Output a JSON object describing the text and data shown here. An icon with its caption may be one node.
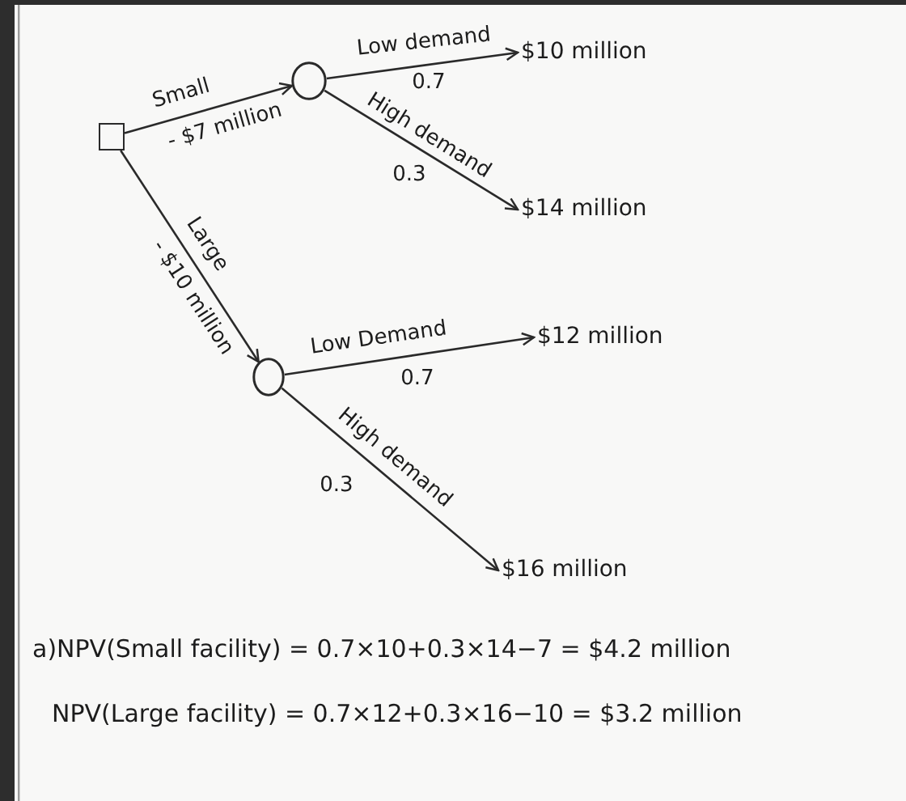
{
  "diagram": {
    "nodes": [
      {
        "text": [],
        "shape": "box"
      },
      {
        "text": [],
        "shape": "circle"
      },
      {
        "text": [
          "$10 million"
        ]
      },
      {
        "text": [
          "$14 million"
        ]
      },
      {
        "text": [],
        "shape": "circle"
      },
      {
        "text": [
          "$12 million"
        ]
      },
      {
        "text": [
          "$16 million"
        ]
      }
    ],
    "edges": [
      {
        "from": 0,
        "to": 1,
        "arrow": "to",
        "label": "Small"
      },
      {
        "from": 1,
        "to": 2,
        "arrow": "to",
        "label": "Low demand"
      },
      {
        "from": 1,
        "to": 3,
        "arrow": "to",
        "label": "High demand"
      },
      {
        "from": 0,
        "to": 4,
        "arrow": "to",
        "label": "Large"
      },
      {
        "from": 4,
        "to": 5,
        "arrow": "to",
        "label": "Low Demand"
      },
      {
        "from": 4,
        "to": 6,
        "arrow": "to",
        "label": "High demand"
      }
    ],
    "labels": [
      "0.7",
      "- $7 million",
      "0.3",
      "- $10 million",
      "0.7",
      "0.3",
      "a)NPV(Small facility) = 0.7×10+0.3×14−7 = $4.2 million",
      "NPV(Large facility) = 0.7×12+0.3×16−10 = $3.2 million"
    ]
  }
}
